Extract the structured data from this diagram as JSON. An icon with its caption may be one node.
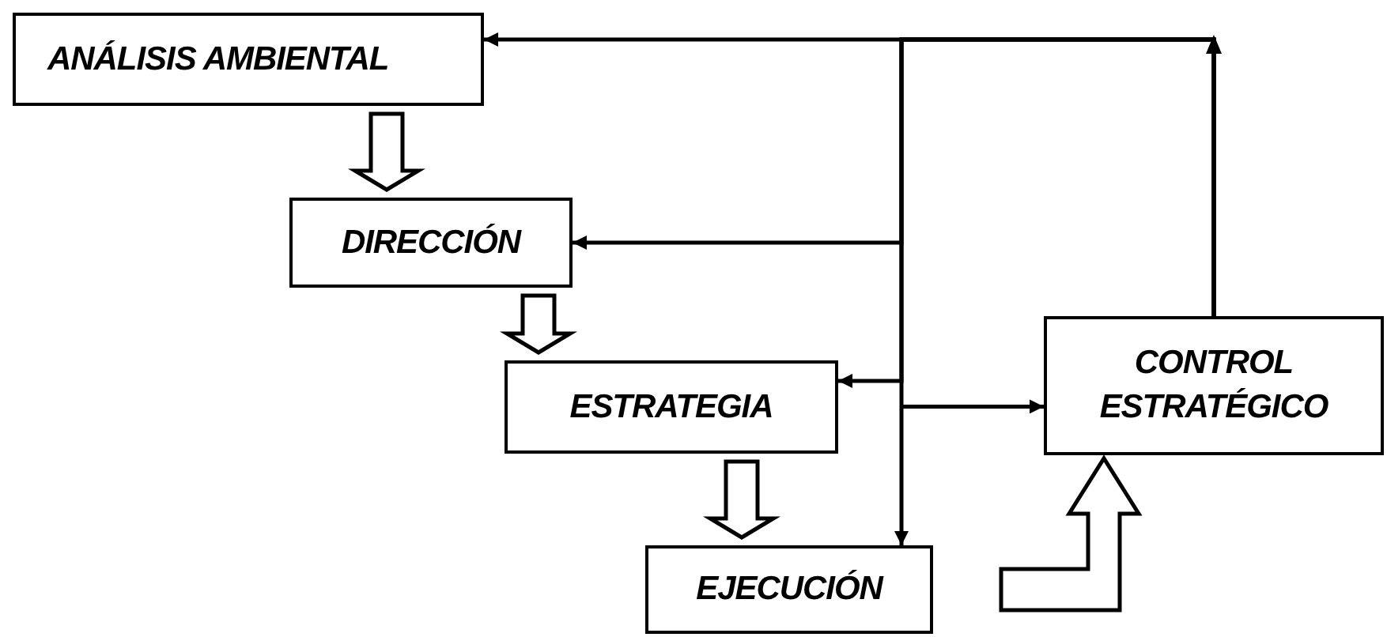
{
  "diagram": {
    "nodes": [
      {
        "text": [
          "ANÁLISIS AMBIENTAL"
        ]
      },
      {
        "text": [
          "DIRECCIÓN"
        ]
      },
      {
        "text": [
          "ESTRATEGIA"
        ]
      },
      {
        "text": [
          "EJECUCIÓN"
        ]
      },
      {
        "text": [
          "CONTROL ESTRATÉGICO"
        ]
      }
    ],
    "edges": [
      {
        "from": 0,
        "to": 1,
        "arrow": "to",
        "style": "thick"
      },
      {
        "from": 1,
        "to": 2,
        "arrow": "to",
        "style": "thick"
      },
      {
        "from": 2,
        "to": 3,
        "arrow": "to",
        "style": "thick"
      },
      {
        "from": 4,
        "to": 0,
        "arrow": "to"
      },
      {
        "from": 4,
        "to": 1,
        "arrow": "to"
      },
      {
        "from": 4,
        "to": 2,
        "arrow": "to"
      },
      {
        "from": 4,
        "to": 3,
        "arrow": "to"
      },
      {
        "from": null,
        "to": 4,
        "arrow": "to"
      },
      {
        "from": null,
        "to": 4,
        "arrow": "to",
        "style": "thick"
      }
    ]
  }
}
